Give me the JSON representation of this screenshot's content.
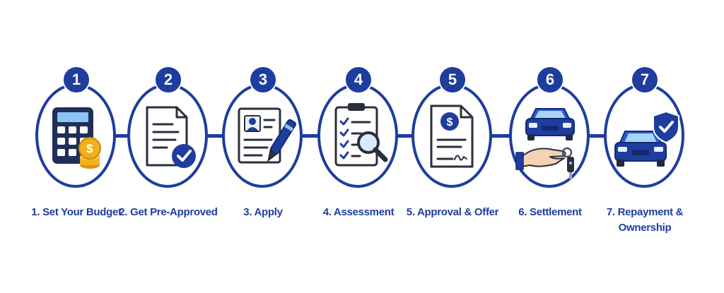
{
  "steps": [
    {
      "number": "1",
      "label": "1. Set Your Budget",
      "icon": "calculator-coins-icon"
    },
    {
      "number": "2",
      "label": "2. Get Pre-Approved",
      "icon": "document-check-icon"
    },
    {
      "number": "3",
      "label": "3. Apply",
      "icon": "application-form-pen-icon"
    },
    {
      "number": "4",
      "label": "4. Assessment",
      "icon": "clipboard-magnifier-icon"
    },
    {
      "number": "5",
      "label": "5. Approval & Offer",
      "icon": "signed-offer-document-icon"
    },
    {
      "number": "6",
      "label": "6. Settlement",
      "icon": "car-keys-handover-icon"
    },
    {
      "number": "7",
      "label": "7. Repayment & Ownership",
      "icon": "car-shield-icon"
    }
  ],
  "colors": {
    "primary": "#1e3d9e",
    "coin": "#f2b01e",
    "ink": "#2a2f3a",
    "skin": "#f4d2b5"
  }
}
